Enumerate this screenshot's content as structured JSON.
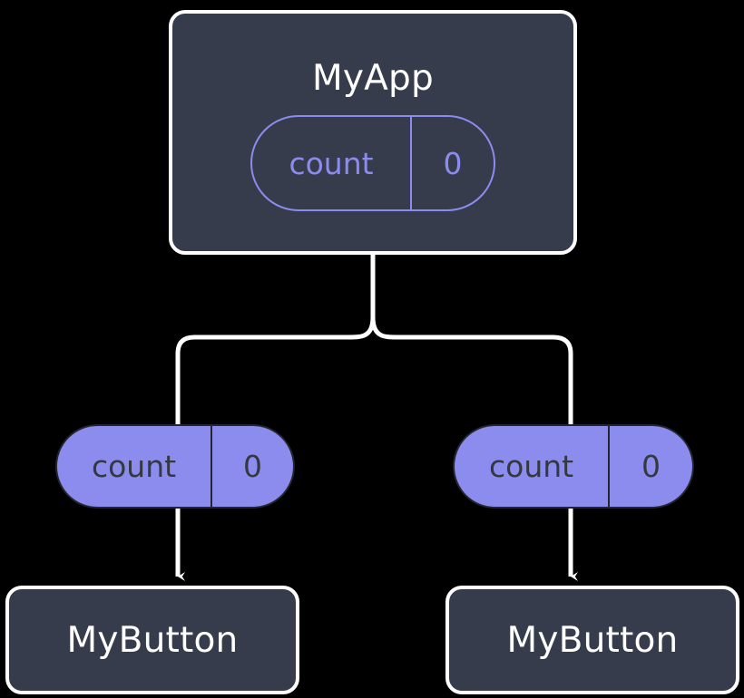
{
  "diagram": {
    "type": "widget-state-tree",
    "background_color": "#000000",
    "accent_color": "#8b8ced",
    "box_fill_color": "#363c4b",
    "edge_color": "#ffffff",
    "nodes": {
      "root": {
        "title": "MyApp",
        "state": {
          "key": "count",
          "value": "0"
        }
      },
      "children": [
        {
          "title": "MyButton",
          "state": {
            "key": "count",
            "value": "0"
          }
        },
        {
          "title": "MyButton",
          "state": {
            "key": "count",
            "value": "0"
          }
        }
      ]
    }
  }
}
